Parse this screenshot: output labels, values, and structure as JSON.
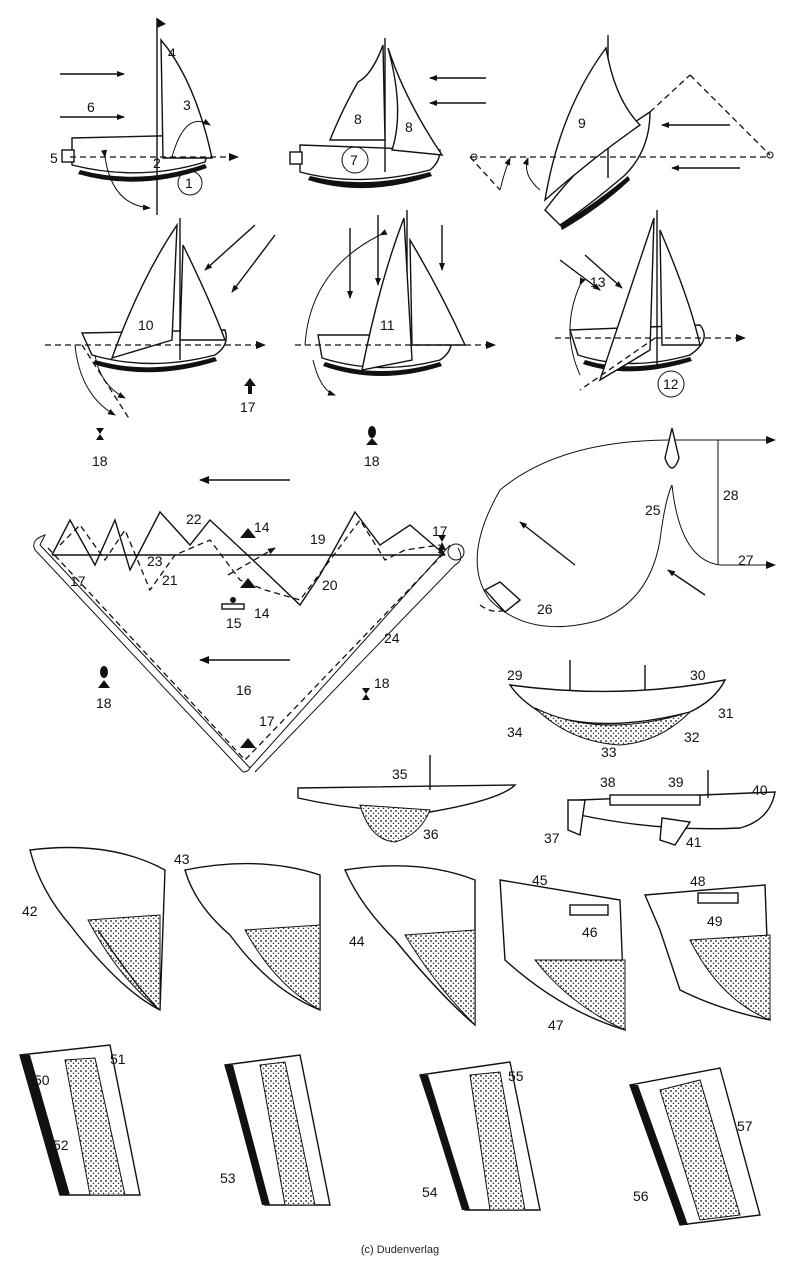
{
  "figure": {
    "labels": [
      {
        "id": "l1",
        "text": "1",
        "circled": true
      },
      {
        "id": "l2",
        "text": "2"
      },
      {
        "id": "l3",
        "text": "3"
      },
      {
        "id": "l4",
        "text": "4"
      },
      {
        "id": "l5",
        "text": "5"
      },
      {
        "id": "l6",
        "text": "6"
      },
      {
        "id": "l7",
        "text": "7",
        "circled": true
      },
      {
        "id": "l8a",
        "text": "8"
      },
      {
        "id": "l8b",
        "text": "8"
      },
      {
        "id": "l9",
        "text": "9"
      },
      {
        "id": "l10",
        "text": "10"
      },
      {
        "id": "l11",
        "text": "11"
      },
      {
        "id": "l12",
        "text": "12",
        "circled": true
      },
      {
        "id": "l13",
        "text": "13"
      },
      {
        "id": "l14a",
        "text": "14"
      },
      {
        "id": "l14b",
        "text": "14"
      },
      {
        "id": "l15",
        "text": "15"
      },
      {
        "id": "l16",
        "text": "16"
      },
      {
        "id": "l17a",
        "text": "17"
      },
      {
        "id": "l17b",
        "text": "17"
      },
      {
        "id": "l17c",
        "text": "17"
      },
      {
        "id": "l17d",
        "text": "17"
      },
      {
        "id": "l18a",
        "text": "18"
      },
      {
        "id": "l18b",
        "text": "18"
      },
      {
        "id": "l18c",
        "text": "18"
      },
      {
        "id": "l18d",
        "text": "18"
      },
      {
        "id": "l19",
        "text": "19"
      },
      {
        "id": "l20",
        "text": "20"
      },
      {
        "id": "l21",
        "text": "21"
      },
      {
        "id": "l22",
        "text": "22"
      },
      {
        "id": "l23",
        "text": "23"
      },
      {
        "id": "l24",
        "text": "24"
      },
      {
        "id": "l25",
        "text": "25"
      },
      {
        "id": "l26",
        "text": "26"
      },
      {
        "id": "l27",
        "text": "27"
      },
      {
        "id": "l28",
        "text": "28"
      },
      {
        "id": "l29",
        "text": "29"
      },
      {
        "id": "l30",
        "text": "30"
      },
      {
        "id": "l31",
        "text": "31"
      },
      {
        "id": "l32",
        "text": "32"
      },
      {
        "id": "l33",
        "text": "33"
      },
      {
        "id": "l34",
        "text": "34"
      },
      {
        "id": "l35",
        "text": "35"
      },
      {
        "id": "l36",
        "text": "36"
      },
      {
        "id": "l37",
        "text": "37"
      },
      {
        "id": "l38",
        "text": "38"
      },
      {
        "id": "l39",
        "text": "39"
      },
      {
        "id": "l40",
        "text": "40"
      },
      {
        "id": "l41",
        "text": "41"
      },
      {
        "id": "l42",
        "text": "42"
      },
      {
        "id": "l43",
        "text": "43"
      },
      {
        "id": "l44",
        "text": "44"
      },
      {
        "id": "l45",
        "text": "45"
      },
      {
        "id": "l46",
        "text": "46"
      },
      {
        "id": "l47",
        "text": "47"
      },
      {
        "id": "l48",
        "text": "48"
      },
      {
        "id": "l49",
        "text": "49"
      },
      {
        "id": "l50",
        "text": "50"
      },
      {
        "id": "l51",
        "text": "51"
      },
      {
        "id": "l52",
        "text": "52"
      },
      {
        "id": "l53",
        "text": "53"
      },
      {
        "id": "l54",
        "text": "54"
      },
      {
        "id": "l55",
        "text": "55"
      },
      {
        "id": "l56",
        "text": "56"
      },
      {
        "id": "l57",
        "text": "57"
      }
    ],
    "copyright": "(c) Dudenverlag"
  }
}
